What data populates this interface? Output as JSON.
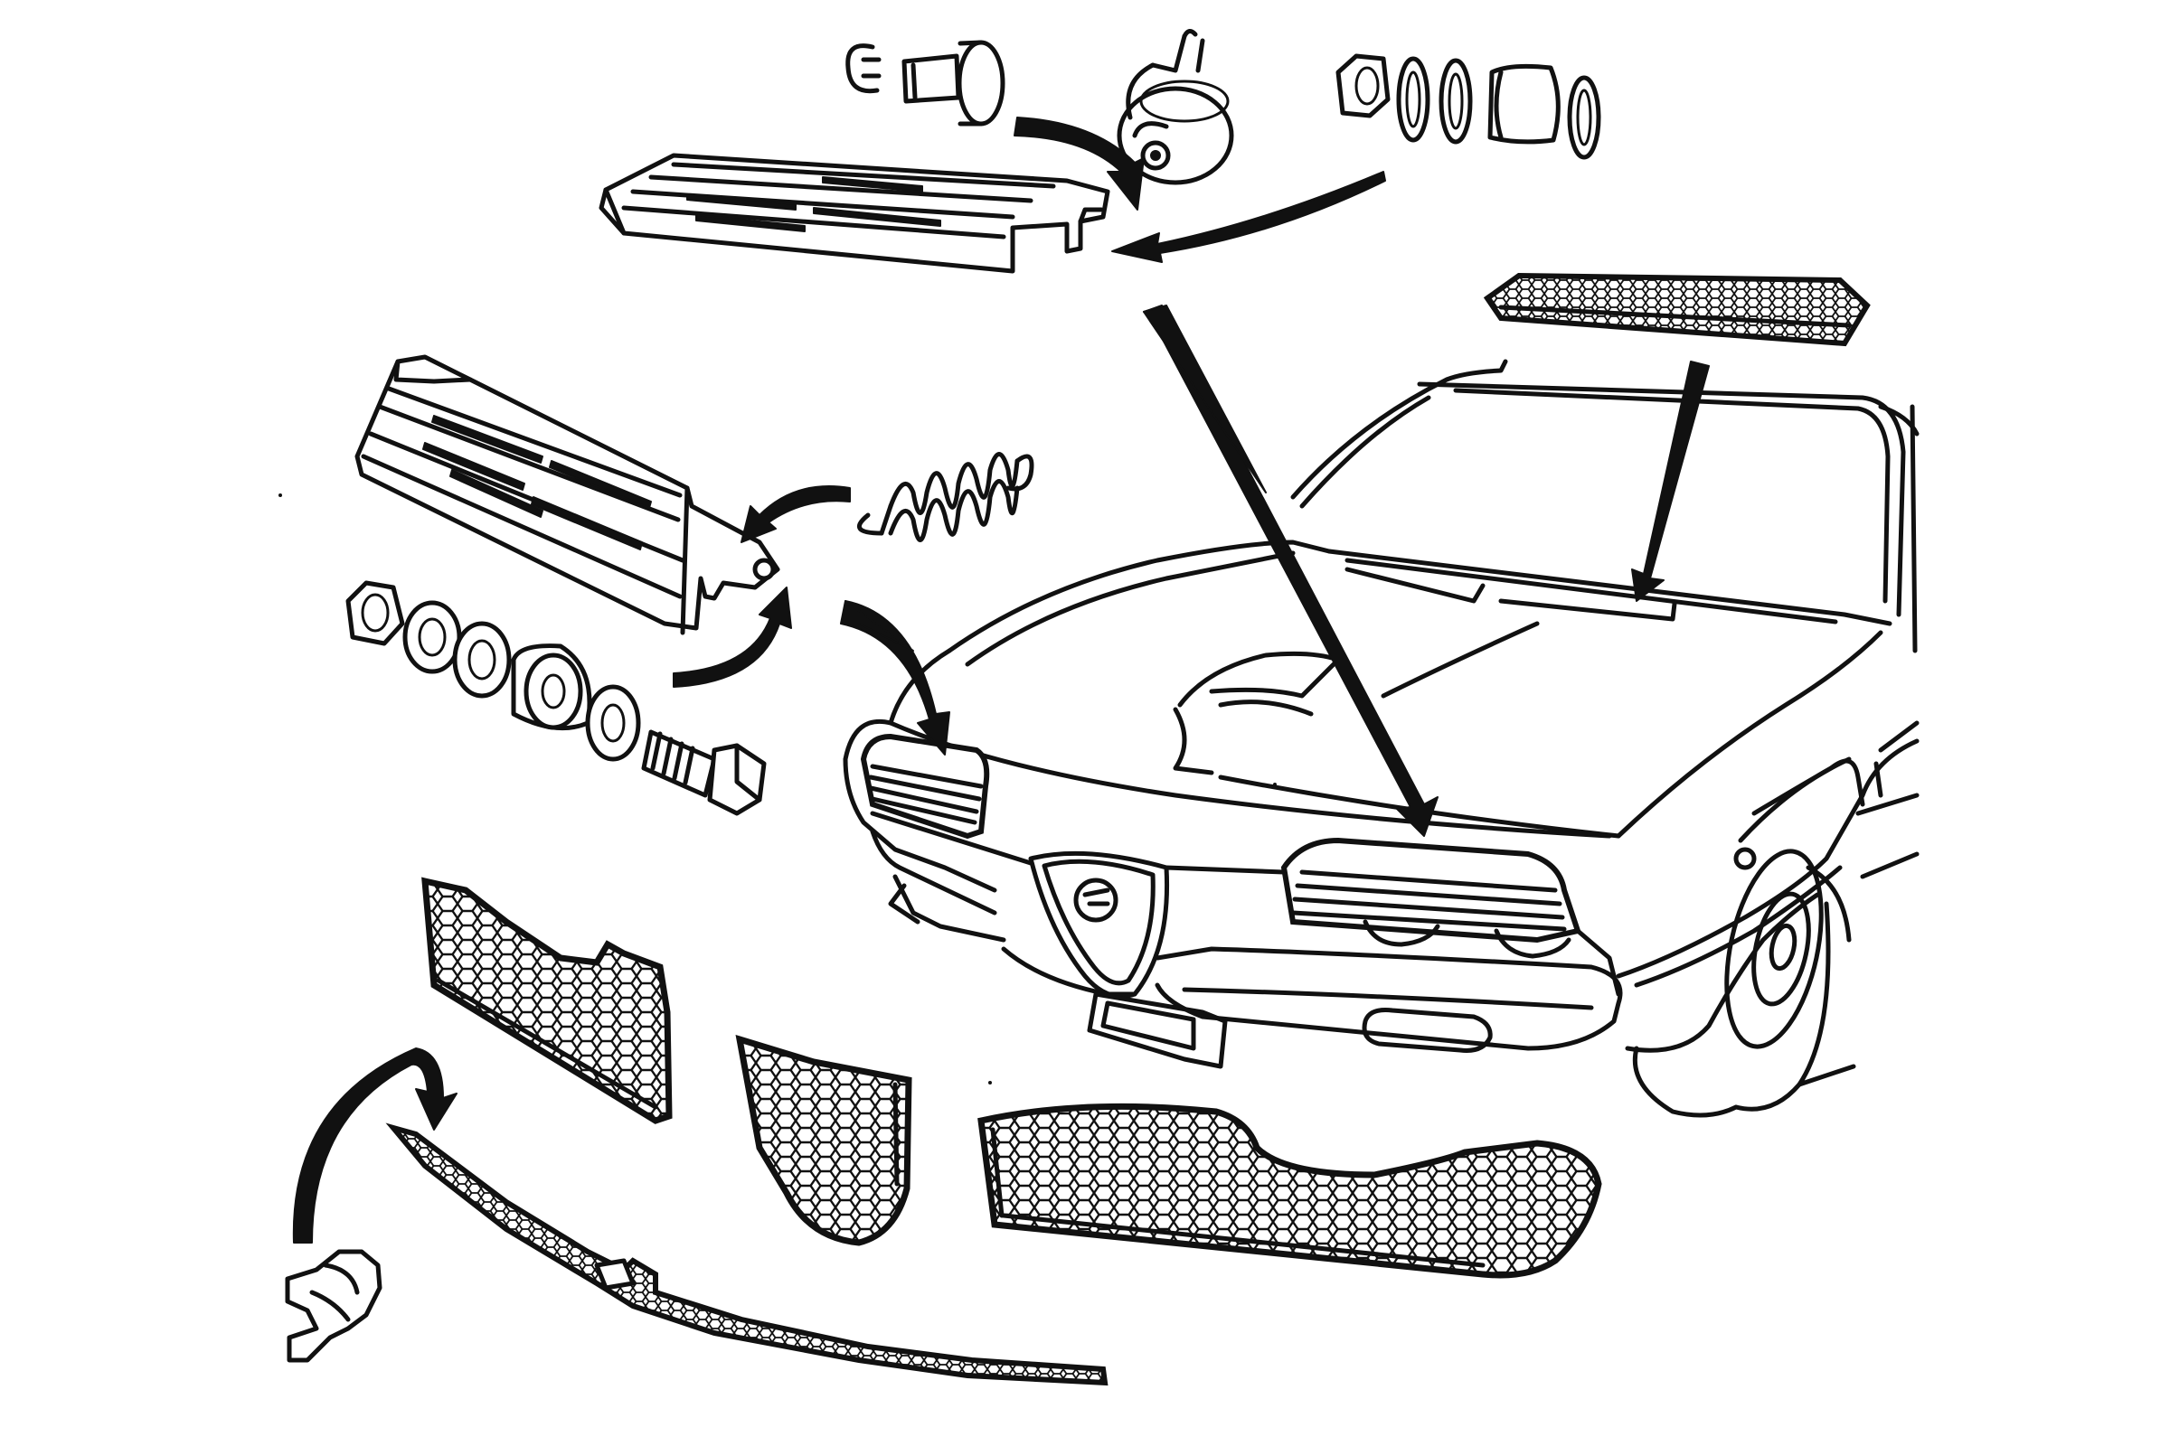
{
  "diagram": {
    "style": "black line-art exploded view",
    "stroke_color": "#111111",
    "background_color": "#ffffff",
    "parts": [
      "upper-headlight-grille",
      "headlight-motor",
      "pivot-pin-with-clip",
      "upper-bushing-stack",
      "scuttle-vent-mesh",
      "left-headlight-grille",
      "return-spring",
      "lower-bushing-stack",
      "pivot-bolt",
      "left-lower-grille-mesh",
      "center-shield-mesh",
      "right-lower-grille-mesh",
      "lower-valance-trim-strip",
      "trim-clip",
      "car-front-view"
    ]
  }
}
